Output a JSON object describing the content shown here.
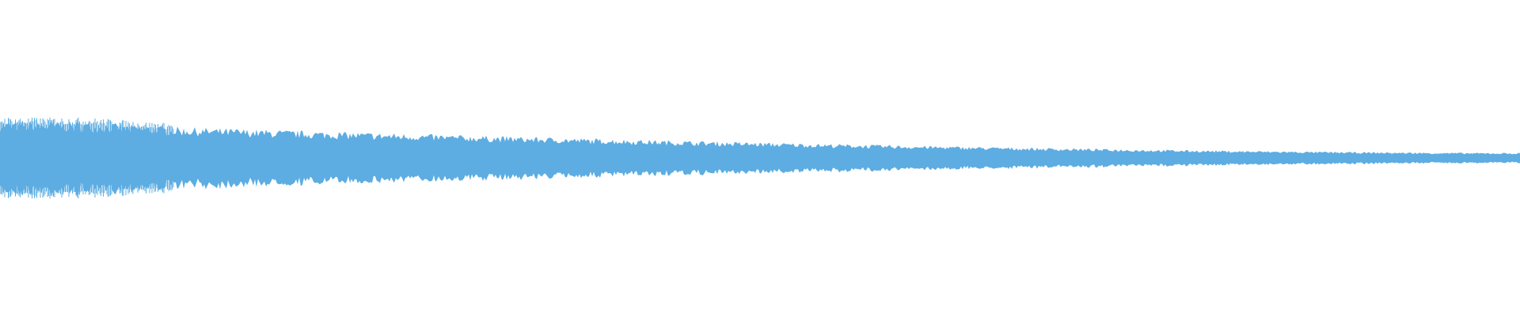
{
  "waveform": {
    "color": "#5dade2",
    "background": "#ffffff",
    "peak_level_start": 0.2,
    "peak_level_end": 0.028,
    "decay": "gradual"
  }
}
